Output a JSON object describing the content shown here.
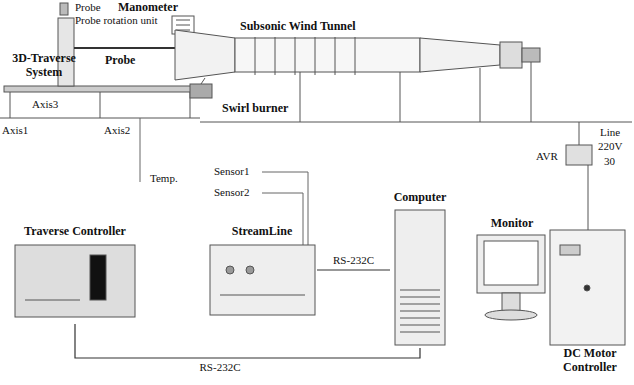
{
  "diagram": {
    "nodes": [
      {
        "text": [
          "Traverse Controller"
        ]
      },
      {
        "text": [
          "StreamLine"
        ]
      },
      {
        "text": [
          "Computer"
        ]
      },
      {
        "text": [
          "Monitor"
        ]
      },
      {
        "text": [
          "DC Motor Controller"
        ]
      }
    ],
    "edges": [
      {
        "from": 1,
        "to": 2,
        "arrow": "none",
        "label": "RS-232C"
      },
      {
        "from": 0,
        "to": 2,
        "arrow": "none",
        "label": "RS-232C"
      }
    ],
    "labels": [
      "Probe",
      "Probe rotation unit",
      "Manometer",
      "Subsonic Wind Tunnel",
      "3D-Traverse System",
      "Probe",
      "Swirl burner",
      "Axis1",
      "Axis3",
      "Axis2",
      "Temp.",
      "Sensor1",
      "Sensor2",
      "Line",
      "220V",
      "AVR",
      "30"
    ]
  }
}
